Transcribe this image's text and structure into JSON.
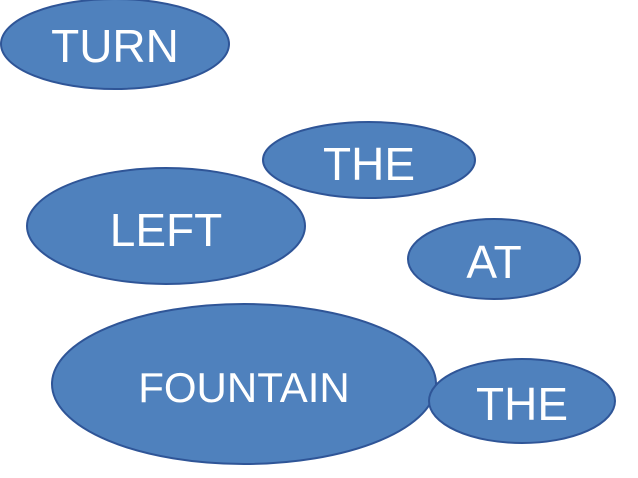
{
  "colors": {
    "bubble_fill": "#4f81bd",
    "bubble_stroke": "#2f5597",
    "text": "#ffffff",
    "background": "#ffffff"
  },
  "words": [
    {
      "id": "turn",
      "text": "TURN"
    },
    {
      "id": "the-top",
      "text": "THE"
    },
    {
      "id": "left",
      "text": "LEFT"
    },
    {
      "id": "at",
      "text": "AT"
    },
    {
      "id": "fountain",
      "text": "FOUNTAIN"
    },
    {
      "id": "the-bottom",
      "text": "THE"
    }
  ]
}
